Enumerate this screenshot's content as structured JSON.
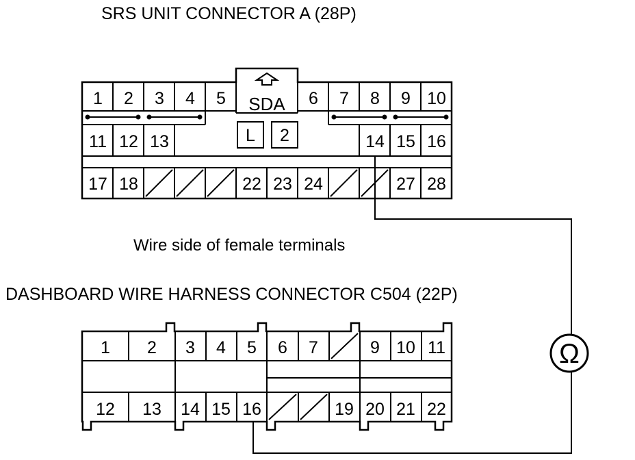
{
  "srs_connector": {
    "title": "SRS UNIT CONNECTOR A (28P)",
    "label_center": "SDA",
    "label_l": "L",
    "label_2": "2",
    "row1_left": [
      "1",
      "2",
      "3",
      "4",
      "5"
    ],
    "row1_right": [
      "6",
      "7",
      "8",
      "9",
      "10"
    ],
    "row2_left": [
      "11",
      "12",
      "13"
    ],
    "row2_right": [
      "14",
      "15",
      "16"
    ],
    "row3": [
      "17",
      "18",
      "",
      "",
      "",
      "22",
      "23",
      "24",
      "",
      "",
      "27",
      "28"
    ]
  },
  "note": "Wire side of female terminals",
  "harness_connector": {
    "title": "DASHBOARD WIRE HARNESS CONNECTOR C504 (22P)",
    "row1": [
      "1",
      "2",
      "3",
      "4",
      "5",
      "6",
      "7",
      "",
      "9",
      "10",
      "11"
    ],
    "row2": [
      "12",
      "13",
      "14",
      "15",
      "16",
      "",
      "",
      "19",
      "20",
      "21",
      "22"
    ]
  },
  "meter": {
    "symbol": "Ω"
  }
}
